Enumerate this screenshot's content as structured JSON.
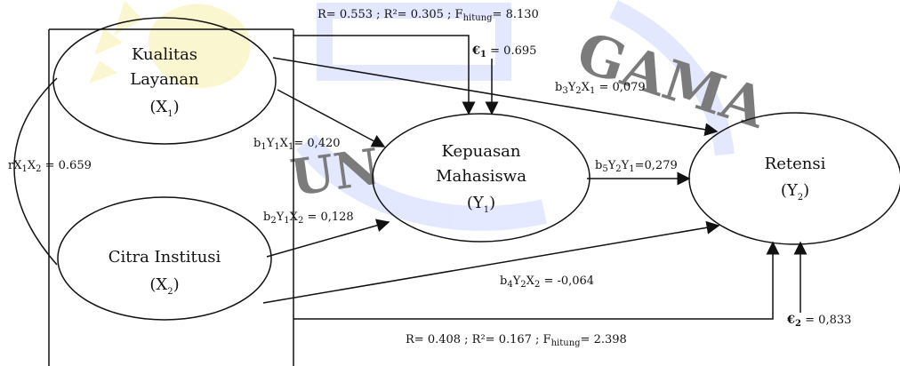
{
  "colors": {
    "watermark": "#cfd7ff",
    "watermark_accent": "#f6f0a8",
    "line": "#111111",
    "background": "#ffffff"
  },
  "watermark": {
    "text_top": "GAMA",
    "text_bottom": "UN"
  },
  "nodes": {
    "x1": {
      "title_line1": "Kualitas",
      "title_line2": "Layanan",
      "symbol_prefix": "(X",
      "symbol_sub": "1",
      "symbol_suffix": ")"
    },
    "x2": {
      "title_line1": "Citra Institusi",
      "symbol_prefix": "(X",
      "symbol_sub": "2",
      "symbol_suffix": ")"
    },
    "y1": {
      "title_line1": "Kepuasan",
      "title_line2": "Mahasiswa",
      "symbol_prefix": "(Y",
      "symbol_sub": "1",
      "symbol_suffix": ")"
    },
    "y2": {
      "title_line1": "Retensi",
      "symbol_prefix": "(Y",
      "symbol_sub": "2",
      "symbol_suffix": ")"
    }
  },
  "annotations": {
    "top_r": "R= 0.553 ; R²= 0.305 ; F",
    "top_f_sub": "hitung",
    "top_f_value": "= 8.130",
    "e1_label": "€",
    "e1_sub": "1",
    "e1_value": " = 0.695",
    "b3_text": "b",
    "b3_sub": "3",
    "b3_mid": "Y",
    "b3_mid_sub": "2",
    "b3_end": "X",
    "b3_end_sub": "1",
    "b3_value": " = 0,079",
    "b1_text": "b",
    "b1_sub": "1",
    "b1_mid": "Y",
    "b1_mid_sub": "1",
    "b1_end": "X",
    "b1_end_sub": "1",
    "b1_value": "= 0,420",
    "r_x1x2_text": "rX",
    "r_x1x2_sub1": "1",
    "r_x1x2_mid": "X",
    "r_x1x2_sub2": "2",
    "r_x1x2_value": " = 0.659",
    "b5_text": "b",
    "b5_sub": "5",
    "b5_mid": "Y",
    "b5_mid_sub": "2",
    "b5_end": "Y",
    "b5_end_sub": "1",
    "b5_value": "=0,279",
    "b2_text": "b",
    "b2_sub": "2",
    "b2_mid": "Y",
    "b2_mid_sub": "1",
    "b2_end": "X",
    "b2_end_sub": "2",
    "b2_value": " = 0,128",
    "b4_text": "b",
    "b4_sub": "4",
    "b4_mid": "Y",
    "b4_mid_sub": "2",
    "b4_end": "X",
    "b4_end_sub": "2",
    "b4_value": " = -0,064",
    "e2_label": "€",
    "e2_sub": "2",
    "e2_value": " = 0,833",
    "bottom_r": "R= 0.408 ; R²= 0.167 ; F",
    "bottom_f_sub": "hitung",
    "bottom_f_value": "= 2.398"
  }
}
